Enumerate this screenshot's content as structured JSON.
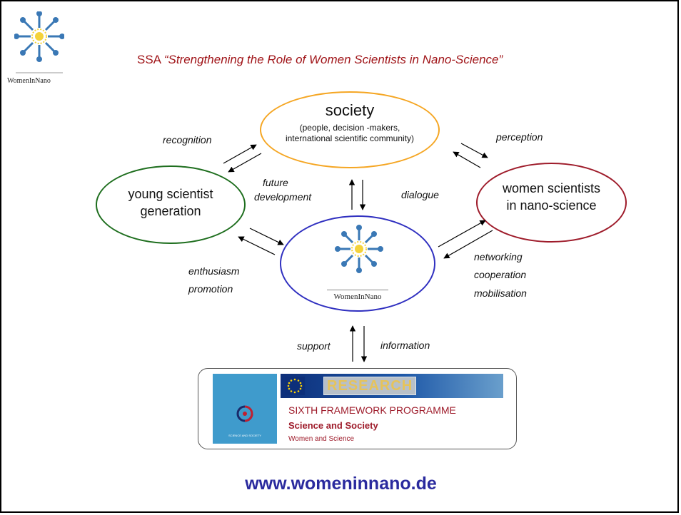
{
  "slide": {
    "title_prefix": "SSA ",
    "title_quote": "“Strengthening the Role of Women Scientists in Nano-Science”",
    "corner_logo_text": "WomenInNano",
    "center_logo_text": "WomenInNano",
    "url": "www.womeninnano.de"
  },
  "nodes": {
    "society": {
      "title": "society",
      "subtitle_line1": "(people,  decision -makers,",
      "subtitle_line2": "international scientific community)",
      "color": "#f5a623"
    },
    "young": {
      "line1": "young scientist",
      "line2": "generation",
      "color": "#1e6e1e"
    },
    "women": {
      "line1": "women scientists",
      "line2": "in nano-science",
      "color": "#9e1b2a"
    },
    "center": {
      "color": "#3030c0"
    }
  },
  "edge_labels": {
    "recognition": "recognition",
    "future": "future",
    "development": "development",
    "dialogue": "dialogue",
    "perception": "perception",
    "enthusiasm": "enthusiasm",
    "promotion": "promotion",
    "networking": "networking",
    "cooperation": "cooperation",
    "mobilisation": "mobilisation",
    "support": "support",
    "information": "information"
  },
  "framework": {
    "research_banner": "RESEARCH",
    "programme": "SIXTH FRAMEWORK PROGRAMME",
    "science_society": "Science and Society",
    "women_science": "Women and Science",
    "logo_caption": "SCIENCE AND SOCIETY",
    "accent_color": "#9e1b2a"
  }
}
